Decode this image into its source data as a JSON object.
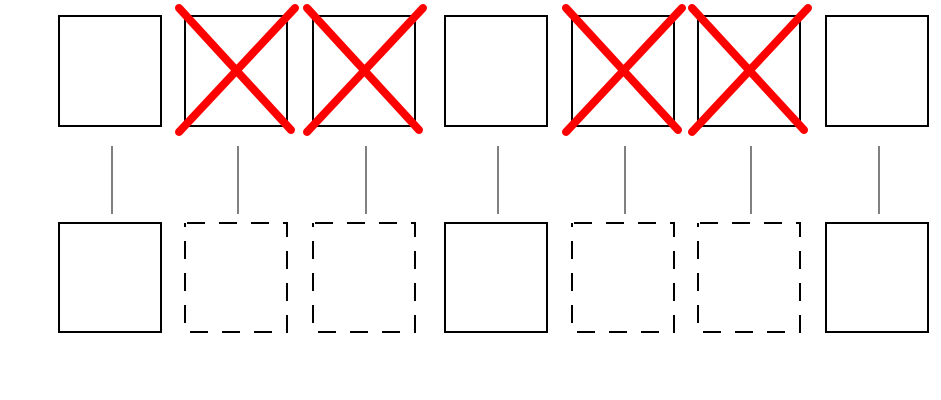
{
  "colors": {
    "background": "#ffffff",
    "stroke": "#000000",
    "cross": "#ff0000"
  },
  "columns": [
    {
      "top_crossed": false,
      "bottom_style": "solid"
    },
    {
      "top_crossed": true,
      "bottom_style": "dashed"
    },
    {
      "top_crossed": true,
      "bottom_style": "dashed"
    },
    {
      "top_crossed": false,
      "bottom_style": "solid"
    },
    {
      "top_crossed": true,
      "bottom_style": "dashed"
    },
    {
      "top_crossed": true,
      "bottom_style": "dashed"
    },
    {
      "top_crossed": false,
      "bottom_style": "solid"
    }
  ]
}
